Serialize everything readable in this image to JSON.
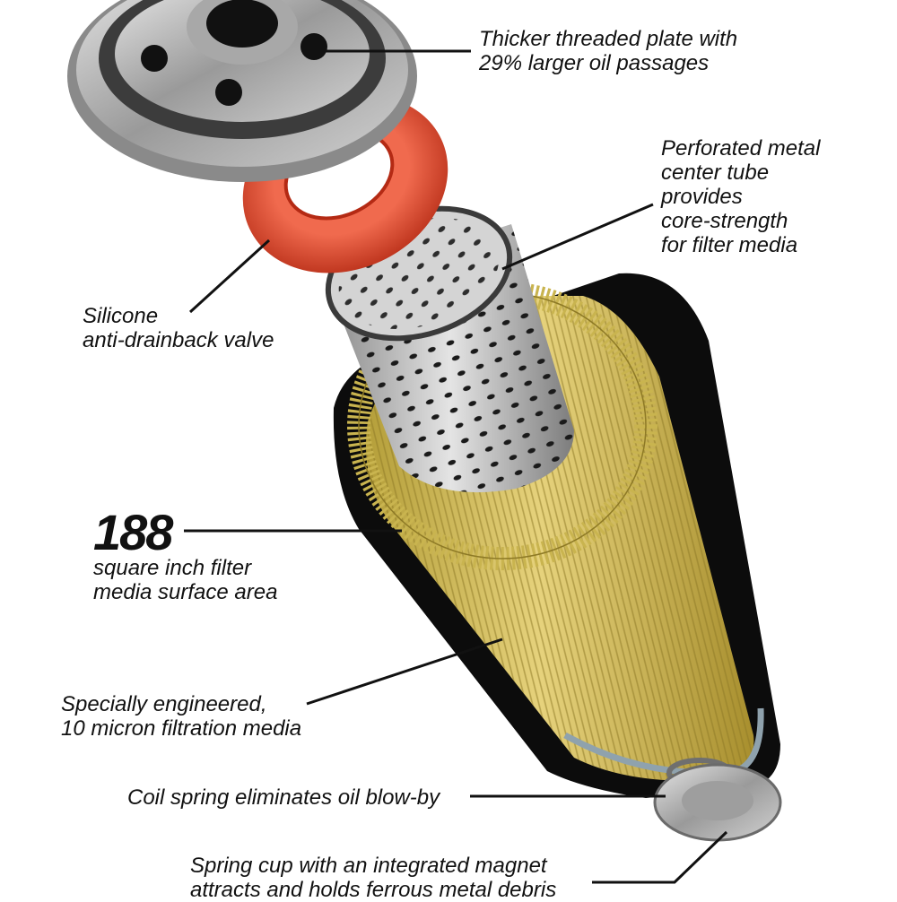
{
  "callouts": {
    "threaded_plate": {
      "line1": "Thicker threaded plate with",
      "line2": "29% larger oil passages"
    },
    "center_tube": {
      "line1": "Perforated metal",
      "line2": "center tube",
      "line3": "provides",
      "line4": "core-strength",
      "line5": "for filter media"
    },
    "valve": {
      "line1": "Silicone",
      "line2": "anti-drainback valve"
    },
    "surface_area": {
      "number": "188",
      "line1": "square inch filter",
      "line2": "media surface area"
    },
    "media": {
      "line1": "Specially engineered,",
      "line2": "10 micron filtration media"
    },
    "spring": {
      "line1": "Coil spring eliminates oil blow-by"
    },
    "spring_cup": {
      "line1": "Spring cup with an integrated magnet",
      "line2": "attracts and holds ferrous metal debris"
    }
  },
  "colors": {
    "valve_red": "#d9381e",
    "media_yellow": "#d8c468",
    "casing_black": "#0c0c0c",
    "metal_gray": "#b8b8b8"
  }
}
